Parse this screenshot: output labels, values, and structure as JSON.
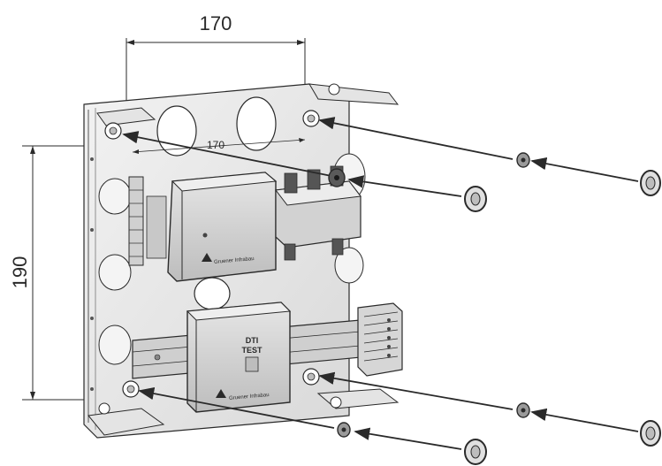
{
  "dimensions": {
    "top_width": "170",
    "inner_width": "170",
    "height": "190"
  },
  "labels": {
    "dti_line1": "DTI",
    "dti_line2": "TEST",
    "brand_upper": "Gruener Infrabau",
    "brand_lower": "Gruener Infrabau"
  },
  "colors": {
    "line": "#2a2a2a",
    "plate_fill": "#ebebeb",
    "housing_fill": "#d8d8d8",
    "washer_fill": "#e0e0e0"
  }
}
